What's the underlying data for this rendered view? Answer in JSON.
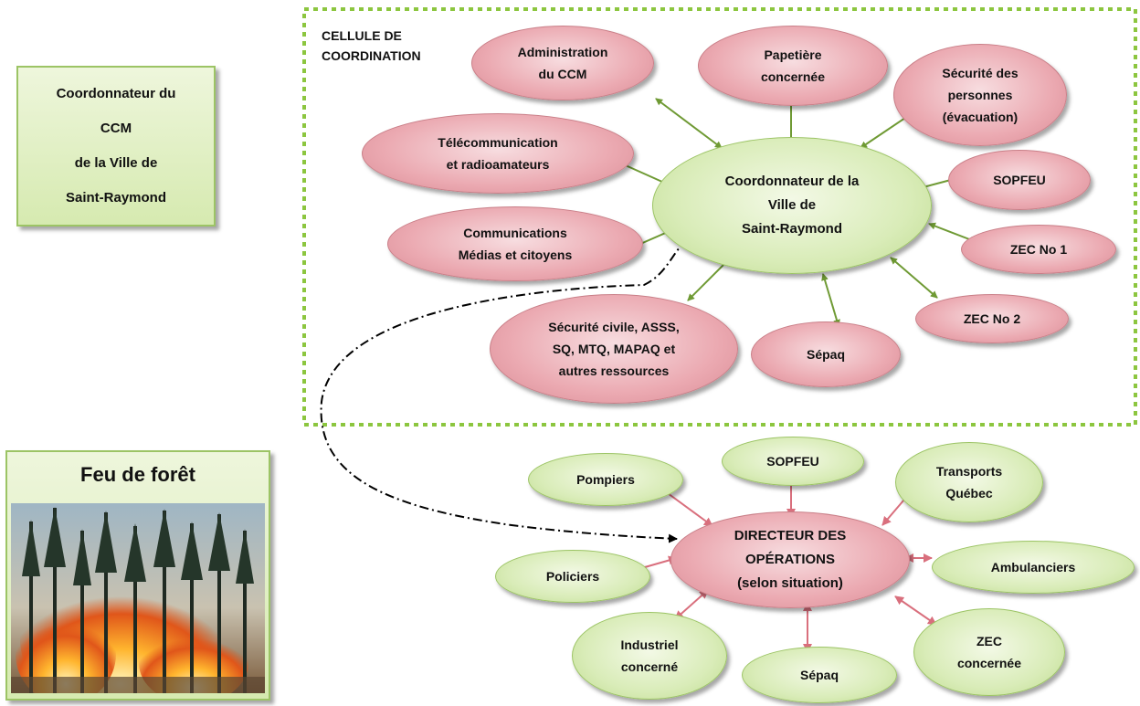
{
  "colors": {
    "pink": "#eba9b1",
    "green": "#d9ecb8",
    "green_arrow": "#6f9a34",
    "pink_arrow": "#d96f7d",
    "dashed_border": "#8cc63f"
  },
  "coordinator_box": {
    "lines": [
      "Coordonnateur du",
      "CCM",
      "de la Ville de",
      "Saint-Raymond"
    ]
  },
  "fire": {
    "title": "Feu de forêt",
    "image": "forest-fire-photo"
  },
  "cell": {
    "label": "CELLULE DE\nCOORDINATION"
  },
  "top_nodes": {
    "center": "Coordonnateur de la\nVille de\nSaint-Raymond",
    "administration": "Administration\ndu CCM",
    "papetiere": "Papetière\nconcernée",
    "securite_personnes": "Sécurité des\npersonnes\n(évacuation)",
    "telecom": "Télécommunication\net radioamateurs",
    "communications": "Communications\nMédias et citoyens",
    "securite_civile": "Sécurité civile, ASSS,\nSQ, MTQ, MAPAQ et\nautres ressources",
    "sepaq": "Sépaq",
    "zec2": "ZEC No 2",
    "zec1": "ZEC No 1",
    "sopfeu": "SOPFEU"
  },
  "bottom_nodes": {
    "center": "DIRECTEUR DES\nOPÉRATIONS\n(selon situation)",
    "pompiers": "Pompiers",
    "sopfeu": "SOPFEU",
    "transports": "Transports\nQuébec",
    "ambulanciers": "Ambulanciers",
    "zec": "ZEC\nconcernée",
    "sepaq": "Sépaq",
    "industriel": "Industriel\nconcerné",
    "policiers": "Policiers"
  }
}
